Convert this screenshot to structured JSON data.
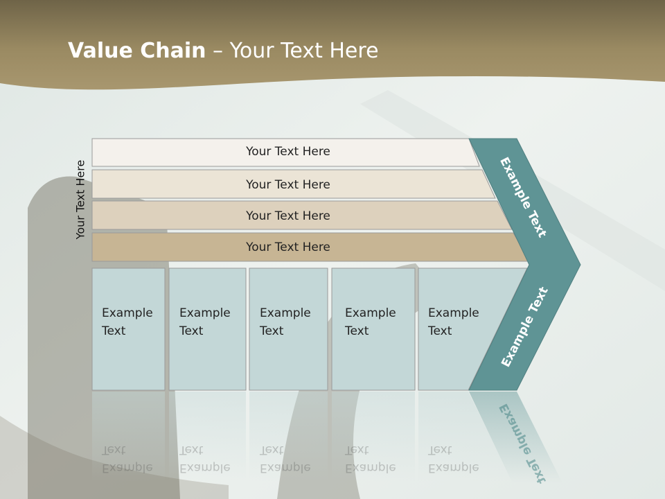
{
  "title": {
    "bold": "Value Chain",
    "rest": " – Your Text Here"
  },
  "vertical_label": "Your Text Here",
  "rows": [
    {
      "label": "Your Text Here",
      "color": "#f4f1ec"
    },
    {
      "label": "Your Text Here",
      "color": "#ebe4d6"
    },
    {
      "label": "Your Text Here",
      "color": "#ddd1bd"
    },
    {
      "label": "Your Text Here",
      "color": "#c7b594"
    }
  ],
  "columns": [
    {
      "line1": "Example",
      "line2": "Text"
    },
    {
      "line1": "Example",
      "line2": "Text"
    },
    {
      "line1": "Example",
      "line2": "Text"
    },
    {
      "line1": "Example",
      "line2": "Text"
    },
    {
      "line1": "Example",
      "line2": "Text"
    }
  ],
  "chevron": {
    "upper": "Example Text",
    "lower": "Example Text",
    "color": "#5f9495"
  },
  "colors": {
    "header": "#9b8a64",
    "column_fill": "#c3d7d7",
    "column_border": "#9a9a9a"
  }
}
